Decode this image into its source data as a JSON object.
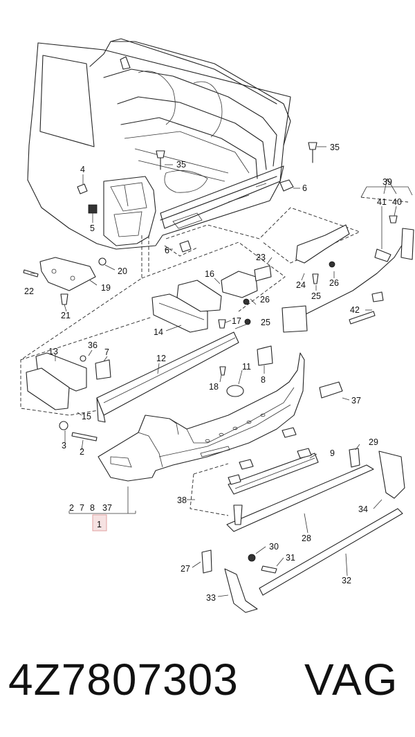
{
  "callouts": {
    "c1": "1",
    "c2a": "2",
    "c3": "3",
    "c4": "4",
    "c5": "5",
    "c6a": "6",
    "c6b": "6",
    "c7": "7",
    "c8": "8",
    "c9": "9",
    "c11": "11",
    "c12": "12",
    "c13": "13",
    "c14": "14",
    "c15": "15",
    "c16": "16",
    "c17": "17",
    "c18": "18",
    "c19": "19",
    "c20": "20",
    "c21": "21",
    "c22": "22",
    "c23": "23",
    "c24": "24",
    "c25a": "25",
    "c25b": "25",
    "c26a": "26",
    "c26b": "26",
    "c27": "27",
    "c28": "28",
    "c29": "29",
    "c30": "30",
    "c31": "31",
    "c32": "32",
    "c33": "33",
    "c34": "34",
    "c35a": "35",
    "c35b": "35",
    "c36": "36",
    "c37a": "37",
    "c38": "38",
    "c39": "39",
    "c40": "40",
    "c41": "41",
    "c42": "42"
  },
  "group_labels": [
    "2",
    "7",
    "8",
    "37"
  ],
  "highlighted_callout": "1",
  "footer": {
    "part_number": "4Z7807303",
    "brand": "VAG"
  }
}
